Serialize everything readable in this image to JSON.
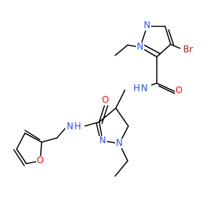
{
  "molecule": {
    "atoms": {
      "N_pz1_top": {
        "text": "N",
        "color": "#3050F8"
      },
      "N_pz1_sub": {
        "text": "N",
        "color": "#3050F8"
      },
      "Br": {
        "text": "Br",
        "color": "#A62929"
      },
      "O_amide1": {
        "text": "O",
        "color": "#FF0D0D"
      },
      "N_amide1": {
        "text": "N",
        "color": "#3050F8"
      },
      "H_amide1": {
        "text": "H",
        "color": "#3050F8"
      },
      "O_amide2": {
        "text": "O",
        "color": "#FF0D0D"
      },
      "N_amide2": {
        "text": "N",
        "color": "#3050F8"
      },
      "H_amide2": {
        "text": "H",
        "color": "#3050F8"
      },
      "N_pz2_eq": {
        "text": "N",
        "color": "#3050F8"
      },
      "N_pz2_sub": {
        "text": "N",
        "color": "#3050F8"
      },
      "O_furan": {
        "text": "O",
        "color": "#FF0D0D"
      }
    }
  }
}
